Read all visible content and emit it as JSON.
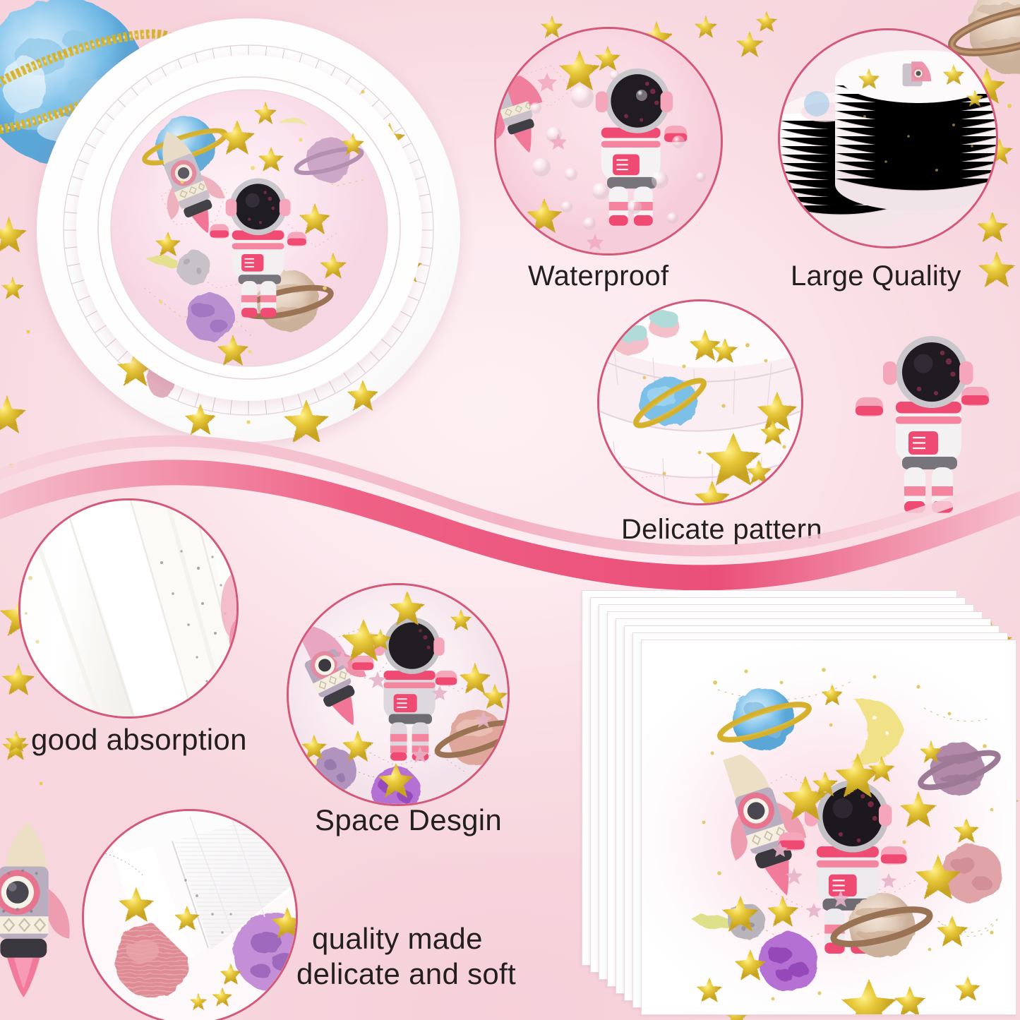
{
  "page": {
    "kind": "product-infographic",
    "theme": "pink watercolor outer space party tableware",
    "background_color": "#f9dde4",
    "accent_color": "#d4587a",
    "text_color": "#231f20",
    "glitter_color": "#e8c93a"
  },
  "features": [
    {
      "id": "waterproof",
      "label": "Waterproof",
      "photo": "astronaut plate surface with beaded water droplets"
    },
    {
      "id": "large-quality",
      "label": "Large Quality",
      "photo": "tall side stack of many paper plates"
    },
    {
      "id": "delicate-pattern",
      "label": "Delicate pattern",
      "photo": "close-up of plate rims with gold glitter stars and blue ringed planet"
    },
    {
      "id": "good-absorption",
      "label": "good absorption",
      "photo": "white folded napkin layers"
    },
    {
      "id": "space-design",
      "label": "Space Desgin",
      "photo": "printed plate face with astronaut, rocket, saturn and constellations"
    },
    {
      "id": "quality-made",
      "label_line1": "quality made",
      "label_line2": "delicate and soft",
      "photo": "napkin corner peeled back showing embossed texture over pink and purple planets"
    }
  ],
  "hero": {
    "name": "nested space paper plates",
    "description": "large and small pink space-print paper plates stacked",
    "motifs": [
      "astronaut",
      "rocket",
      "saturn",
      "blue ringed planet",
      "purple planet",
      "gold glitter stars",
      "constellation lines"
    ]
  },
  "napkins": {
    "name": "space print paper napkins",
    "sheet_count": 8,
    "motifs": [
      "blue ringed planet",
      "crescent moon",
      "purple saturn",
      "pink planet",
      "rocket",
      "astronaut",
      "tan saturn",
      "purple planet",
      "meteor",
      "gold glitter stars"
    ]
  },
  "decorations": {
    "top_left_planet": "blue watercolor planet with gold glitter ring",
    "top_right_planet": "tan saturn with brown ring",
    "right_astronaut": "floating watercolor astronaut",
    "bottom_left_rocket": "watercolor rocket with pink flames",
    "divider": "pink S-curve ribbon wave"
  }
}
